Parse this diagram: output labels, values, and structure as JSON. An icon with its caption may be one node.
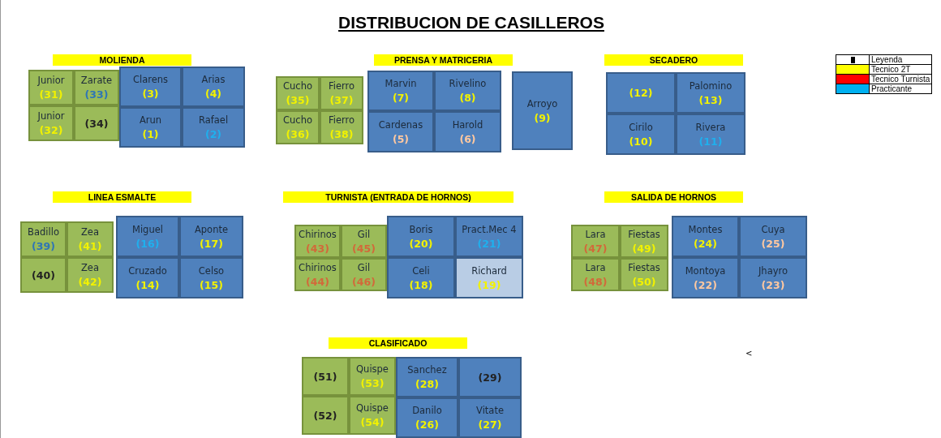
{
  "diagram": {
    "title": "DISTRIBUCION DE CASILLEROS",
    "nodes": [
      {
        "text": [
          "MOLIENDA"
        ]
      },
      {
        "text": [
          "Junior",
          "(31)"
        ]
      },
      {
        "text": [
          "Zarate",
          "(33)"
        ]
      },
      {
        "text": [
          "Clarens",
          "(3)"
        ]
      },
      {
        "text": [
          "Arias",
          "(4)"
        ]
      },
      {
        "text": [
          "Junior",
          "(32)"
        ]
      },
      {
        "text": [
          "(34)"
        ]
      },
      {
        "text": [
          "Arun",
          "(1)"
        ]
      },
      {
        "text": [
          "Rafael",
          "(2)"
        ]
      },
      {
        "text": [
          "PRENSA Y MATRICERIA"
        ]
      },
      {
        "text": [
          "Cucho",
          "(35)"
        ]
      },
      {
        "text": [
          "Fierro",
          "(37)"
        ]
      },
      {
        "text": [
          "Marvin",
          "(7)"
        ]
      },
      {
        "text": [
          "Rivelino",
          "(8)"
        ]
      },
      {
        "text": [
          "Arroyo",
          "(9)"
        ]
      },
      {
        "text": [
          "Cucho",
          "(36)"
        ]
      },
      {
        "text": [
          "Fierro",
          "(38)"
        ]
      },
      {
        "text": [
          "Cardenas",
          "(5)"
        ]
      },
      {
        "text": [
          "Harold",
          "(6)"
        ]
      },
      {
        "text": [
          "SECADERO"
        ]
      },
      {
        "text": [
          "(12)"
        ]
      },
      {
        "text": [
          "Palomino",
          "(13)"
        ]
      },
      {
        "text": [
          "Cirilo",
          "(10)"
        ]
      },
      {
        "text": [
          "Rivera",
          "(11)"
        ]
      },
      {
        "text": [
          "LINEA ESMALTE"
        ]
      },
      {
        "text": [
          "Badillo",
          "(39)"
        ]
      },
      {
        "text": [
          "Zea",
          "(41)"
        ]
      },
      {
        "text": [
          "Miguel",
          "(16)"
        ]
      },
      {
        "text": [
          "Aponte",
          "(17)"
        ]
      },
      {
        "text": [
          "(40)"
        ]
      },
      {
        "text": [
          "Zea",
          "(42)"
        ]
      },
      {
        "text": [
          "Cruzado",
          "(14)"
        ]
      },
      {
        "text": [
          "Celso",
          "(15)"
        ]
      },
      {
        "text": [
          "TURNISTA (ENTRADA DE HORNOS)"
        ]
      },
      {
        "text": [
          "Chirinos",
          "(43)"
        ]
      },
      {
        "text": [
          "Gil",
          "(45)"
        ]
      },
      {
        "text": [
          "Boris",
          "(20)"
        ]
      },
      {
        "text": [
          "Pract.Mec 4",
          "(21)"
        ]
      },
      {
        "text": [
          "Chirinos",
          "(44)"
        ]
      },
      {
        "text": [
          "Gil",
          "(46)"
        ]
      },
      {
        "text": [
          "Celi",
          "(18)"
        ]
      },
      {
        "text": [
          "Richard",
          "(19)"
        ]
      },
      {
        "text": [
          "SALIDA DE HORNOS"
        ]
      },
      {
        "text": [
          "Lara",
          "(47)"
        ]
      },
      {
        "text": [
          "Fiestas",
          "(49)"
        ]
      },
      {
        "text": [
          "Montes",
          "(24)"
        ]
      },
      {
        "text": [
          "Cuya",
          "(25)"
        ]
      },
      {
        "text": [
          "Lara",
          "(48)"
        ]
      },
      {
        "text": [
          "Fiestas",
          "(50)"
        ]
      },
      {
        "text": [
          "Montoya",
          "(22)"
        ]
      },
      {
        "text": [
          "Jhayro",
          "(23)"
        ]
      },
      {
        "text": [
          "CLASIFICADO"
        ]
      },
      {
        "text": [
          "(51)"
        ]
      },
      {
        "text": [
          "Quispe",
          "(53)"
        ]
      },
      {
        "text": [
          "Sanchez",
          "(28)"
        ]
      },
      {
        "text": [
          "(29)"
        ]
      },
      {
        "text": [
          "(52)"
        ]
      },
      {
        "text": [
          "Quispe",
          "(54)"
        ]
      },
      {
        "text": [
          "Danilo",
          "(26)"
        ]
      },
      {
        "text": [
          "Vitate",
          "(27)"
        ]
      }
    ],
    "edges": [],
    "labels": [
      "<"
    ],
    "legend": [
      {
        "text": "Leyenda"
      },
      {
        "text": "Tecnico 2T",
        "color": "#ffff00"
      },
      {
        "text": "Tecnico Turnista",
        "color": "#ff0000"
      },
      {
        "text": "Practicante",
        "color": "#00b0f0"
      }
    ]
  }
}
